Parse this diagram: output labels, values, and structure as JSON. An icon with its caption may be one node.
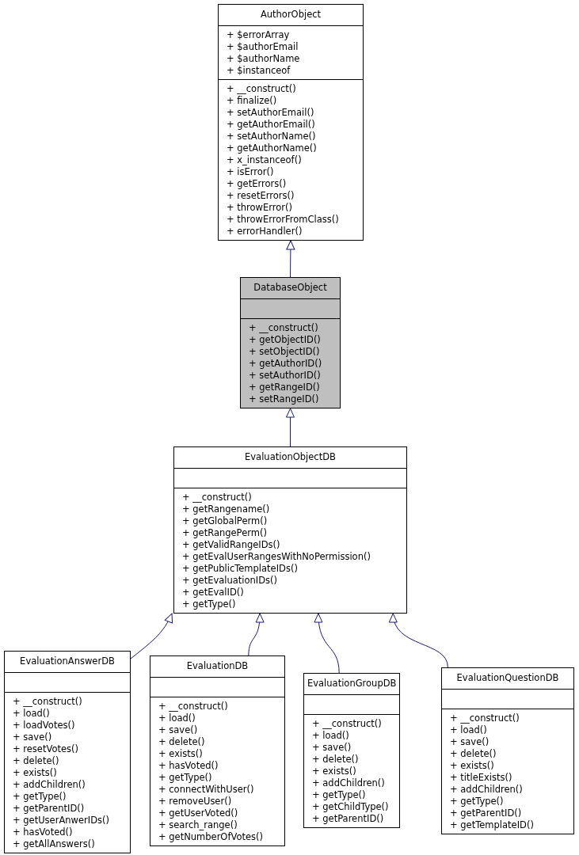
{
  "diagram": {
    "nodes": [
      {
        "text": [
          "AuthorObject"
        ]
      },
      {
        "text": [
          "+ $errorArray",
          "+ $authorEmail",
          "+ $authorName",
          "+ $instanceof"
        ],
        "in": 0
      },
      {
        "text": [
          "+ __construct()",
          "+ finalize()",
          "+ setAuthorEmail()",
          "+ getAuthorEmail()",
          "+ setAuthorName()",
          "+ getAuthorName()",
          "+ x_instanceof()",
          "+ isError()",
          "+ getErrors()",
          "+ resetErrors()",
          "+ throwError()",
          "+ throwErrorFromClass()",
          "+ errorHandler()"
        ],
        "in": 0
      },
      {
        "text": [
          "DatabaseObject"
        ]
      },
      {
        "text": [],
        "shape": "box",
        "in": 3
      },
      {
        "text": [
          "+ __construct()",
          "+ getObjectID()",
          "+ setObjectID()",
          "+ getAuthorID()",
          "+ setAuthorID()",
          "+ getRangeID()",
          "+ setRangeID()"
        ],
        "in": 3
      },
      {
        "text": [
          "EvaluationObjectDB"
        ]
      },
      {
        "text": [],
        "shape": "box",
        "in": 6
      },
      {
        "text": [
          "+ __construct()",
          "+ getRangename()",
          "+ getGlobalPerm()",
          "+ getRangePerm()",
          "+ getValidRangeIDs()",
          "+ getEvalUserRangesWithNoPermission()",
          "+ getPublicTemplateIDs()",
          "+ getEvaluationIDs()",
          "+ getEvalID()",
          "+ getType()"
        ],
        "in": 6
      },
      {
        "text": [
          "EvaluationAnswerDB"
        ]
      },
      {
        "text": [],
        "shape": "box",
        "in": 9
      },
      {
        "text": [
          "+ __construct()",
          "+ load()",
          "+ loadVotes()",
          "+ save()",
          "+ resetVotes()",
          "+ delete()",
          "+ exists()",
          "+ addChildren()",
          "+ getType()",
          "+ getParentID()",
          "+ getUserAnwerIDs()",
          "+ hasVoted()",
          "+ getAllAnswers()"
        ],
        "in": 9
      },
      {
        "text": [
          "EvaluationDB"
        ]
      },
      {
        "text": [],
        "shape": "box",
        "in": 12
      },
      {
        "text": [
          "+ __construct()",
          "+ load()",
          "+ save()",
          "+ delete()",
          "+ exists()",
          "+ hasVoted()",
          "+ getType()",
          "+ connectWithUser()",
          "+ removeUser()",
          "+ getUserVoted()",
          "+ search_range()",
          "+ getNumberOfVotes()"
        ],
        "in": 12
      },
      {
        "text": [
          "EvaluationGroupDB"
        ]
      },
      {
        "text": [],
        "shape": "box",
        "in": 15
      },
      {
        "text": [
          "+ __construct()",
          "+ load()",
          "+ save()",
          "+ delete()",
          "+ exists()",
          "+ addChildren()",
          "+ getType()",
          "+ getChildType()",
          "+ getParentID()"
        ],
        "in": 15
      },
      {
        "text": [
          "EvaluationQuestionDB"
        ]
      },
      {
        "text": [],
        "shape": "box",
        "in": 18
      },
      {
        "text": [
          "+ __construct()",
          "+ load()",
          "+ save()",
          "+ delete()",
          "+ exists()",
          "+ titleExists()",
          "+ addChildren()",
          "+ getType()",
          "+ getParentID()",
          "+ getTemplateID()"
        ],
        "in": 18
      }
    ],
    "edges": [
      {
        "from": 3,
        "to": 0,
        "arrow": "to"
      },
      {
        "from": 6,
        "to": 3,
        "arrow": "to"
      },
      {
        "from": 9,
        "to": 6,
        "arrow": "to"
      },
      {
        "from": 12,
        "to": 6,
        "arrow": "to"
      },
      {
        "from": 15,
        "to": 6,
        "arrow": "to"
      },
      {
        "from": 18,
        "to": 6,
        "arrow": "to"
      }
    ]
  }
}
